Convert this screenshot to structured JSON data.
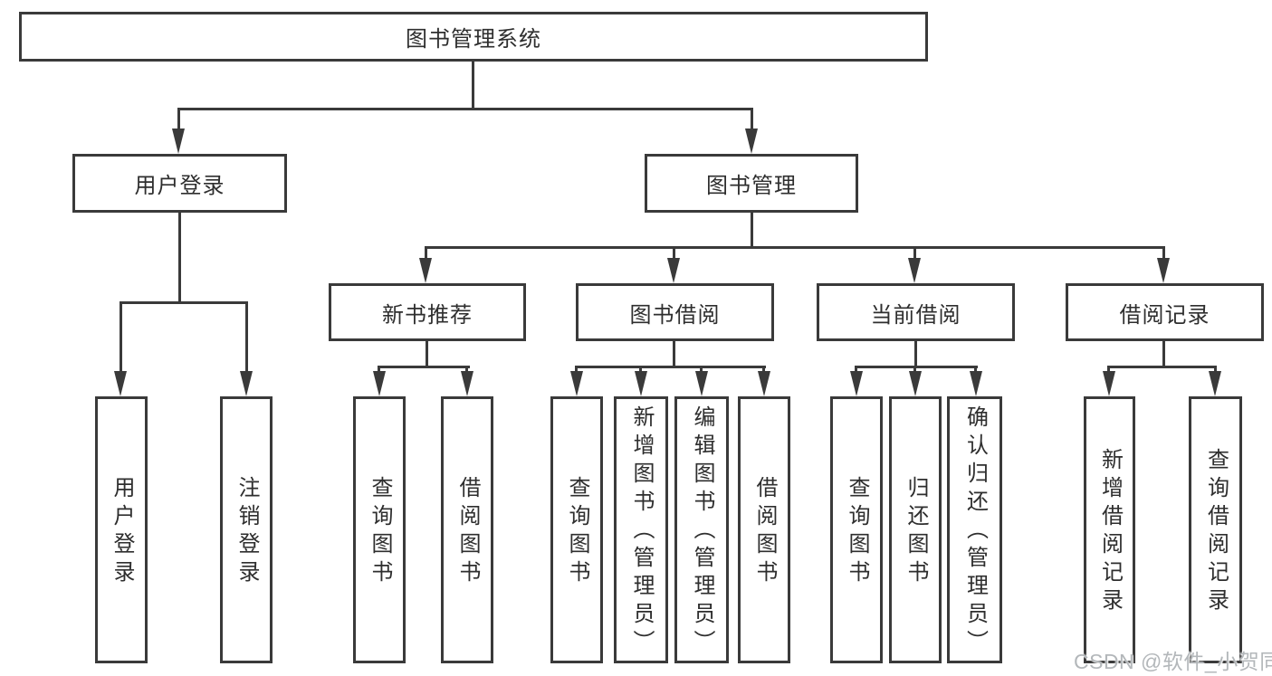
{
  "nodes": {
    "root": "图书管理系统",
    "user_login": "用户登录",
    "book_mgmt": "图书管理",
    "new_books": "新书推荐",
    "book_borrow": "图书借阅",
    "current_borrow": "当前借阅",
    "borrow_records": "借阅记录",
    "ul_login": "用户登录",
    "ul_logout": "注销登录",
    "nb_query": "查询图书",
    "nb_borrow": "借阅图书",
    "bb_query": "查询图书",
    "bb_add": "新增图书（管理员）",
    "bb_edit": "编辑图书（管理员）",
    "bb_borrow": "借阅图书",
    "cb_query": "查询图书",
    "cb_return": "归还图书",
    "cb_confirm": "确认归还（管理员）",
    "br_add": "新增借阅记录",
    "br_query": "查询借阅记录"
  },
  "watermark": "CSDN @软件_小贺同学",
  "colors": {
    "line": "#3a3a3a",
    "text": "#2e2e2e",
    "watermark": "#b3b7ba",
    "background": "#ffffff"
  }
}
